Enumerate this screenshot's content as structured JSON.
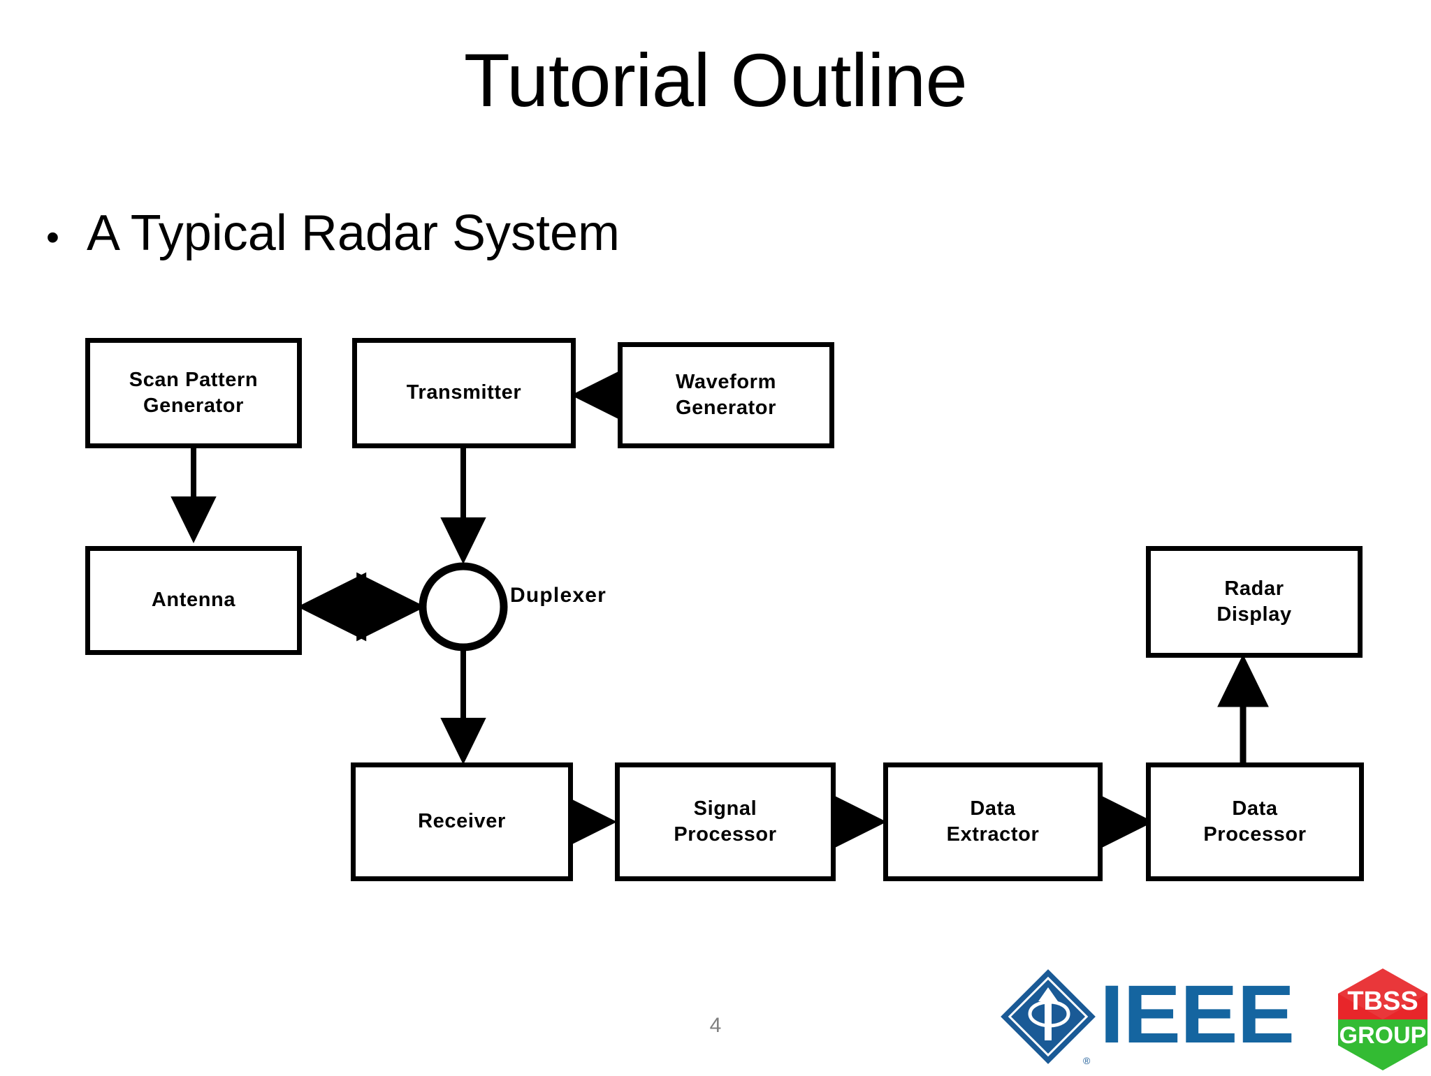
{
  "slide": {
    "title": "Tutorial Outline",
    "bullet_marker": "•",
    "bullet_text": "A Typical Radar System",
    "page_number": "4"
  },
  "diagram": {
    "type": "block-diagram",
    "name": "typical-radar-system",
    "blocks": [
      {
        "id": "scan-pattern-generator",
        "lines": [
          "Scan Pattern",
          "Generator"
        ],
        "shape": "rect"
      },
      {
        "id": "transmitter",
        "lines": [
          "Transmitter"
        ],
        "shape": "rect"
      },
      {
        "id": "waveform-generator",
        "lines": [
          "Waveform",
          "Generator"
        ],
        "shape": "rect"
      },
      {
        "id": "antenna",
        "lines": [
          "Antenna"
        ],
        "shape": "rect"
      },
      {
        "id": "duplexer",
        "lines": [
          "Duplexer"
        ],
        "shape": "circle"
      },
      {
        "id": "radar-display",
        "lines": [
          "Radar",
          "Display"
        ],
        "shape": "rect"
      },
      {
        "id": "receiver",
        "lines": [
          "Receiver"
        ],
        "shape": "rect"
      },
      {
        "id": "signal-processor",
        "lines": [
          "Signal",
          "Processor"
        ],
        "shape": "rect"
      },
      {
        "id": "data-extractor",
        "lines": [
          "Data",
          "Extractor"
        ],
        "shape": "rect"
      },
      {
        "id": "data-processor",
        "lines": [
          "Data",
          "Processor"
        ],
        "shape": "rect"
      }
    ],
    "connections": [
      {
        "from": "waveform-generator",
        "to": "transmitter",
        "direction": "single"
      },
      {
        "from": "scan-pattern-generator",
        "to": "antenna",
        "direction": "single"
      },
      {
        "from": "transmitter",
        "to": "duplexer",
        "direction": "single"
      },
      {
        "from": "antenna",
        "to": "duplexer",
        "direction": "double"
      },
      {
        "from": "duplexer",
        "to": "receiver",
        "direction": "single"
      },
      {
        "from": "receiver",
        "to": "signal-processor",
        "direction": "single"
      },
      {
        "from": "signal-processor",
        "to": "data-extractor",
        "direction": "single"
      },
      {
        "from": "data-extractor",
        "to": "data-processor",
        "direction": "single"
      },
      {
        "from": "data-processor",
        "to": "radar-display",
        "direction": "single"
      }
    ],
    "labels": {
      "scan_pattern_generator_l1": "Scan Pattern",
      "scan_pattern_generator_l2": "Generator",
      "transmitter": "Transmitter",
      "waveform_generator_l1": "Waveform",
      "waveform_generator_l2": "Generator",
      "antenna": "Antenna",
      "duplexer": "Duplexer",
      "radar_display_l1": "Radar",
      "radar_display_l2": "Display",
      "receiver": "Receiver",
      "signal_processor_l1": "Signal",
      "signal_processor_l2": "Processor",
      "data_extractor_l1": "Data",
      "data_extractor_l2": "Extractor",
      "data_processor_l1": "Data",
      "data_processor_l2": "Processor"
    }
  },
  "logos": {
    "ieee_wordmark": "IEEE",
    "ieee_blue": "#1565a0",
    "tbss_top_text": "TBSS",
    "tbss_bottom_text": "GROUP",
    "tbss_red": "#e8262a",
    "tbss_green": "#33bb33",
    "registered_mark": "®"
  }
}
